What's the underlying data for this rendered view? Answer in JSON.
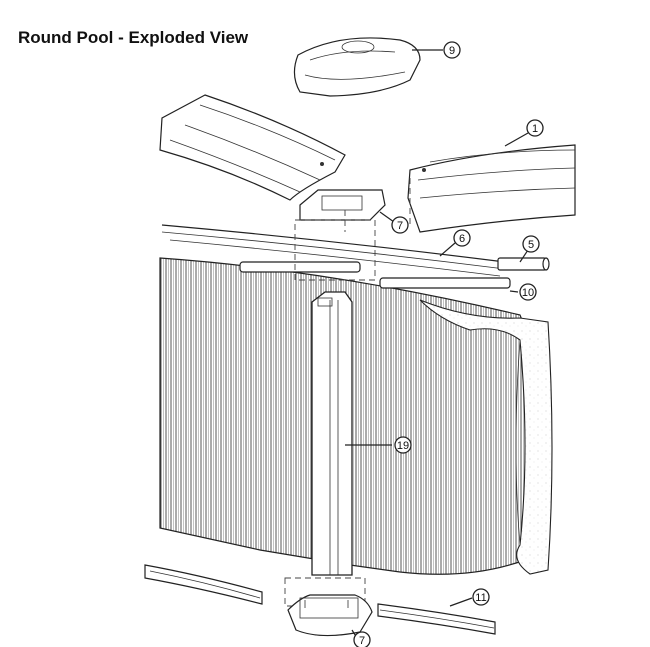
{
  "title": "Round Pool - Exploded View",
  "callouts": [
    "9",
    "1",
    "7",
    "6",
    "5",
    "10",
    "19",
    "11",
    "7"
  ]
}
